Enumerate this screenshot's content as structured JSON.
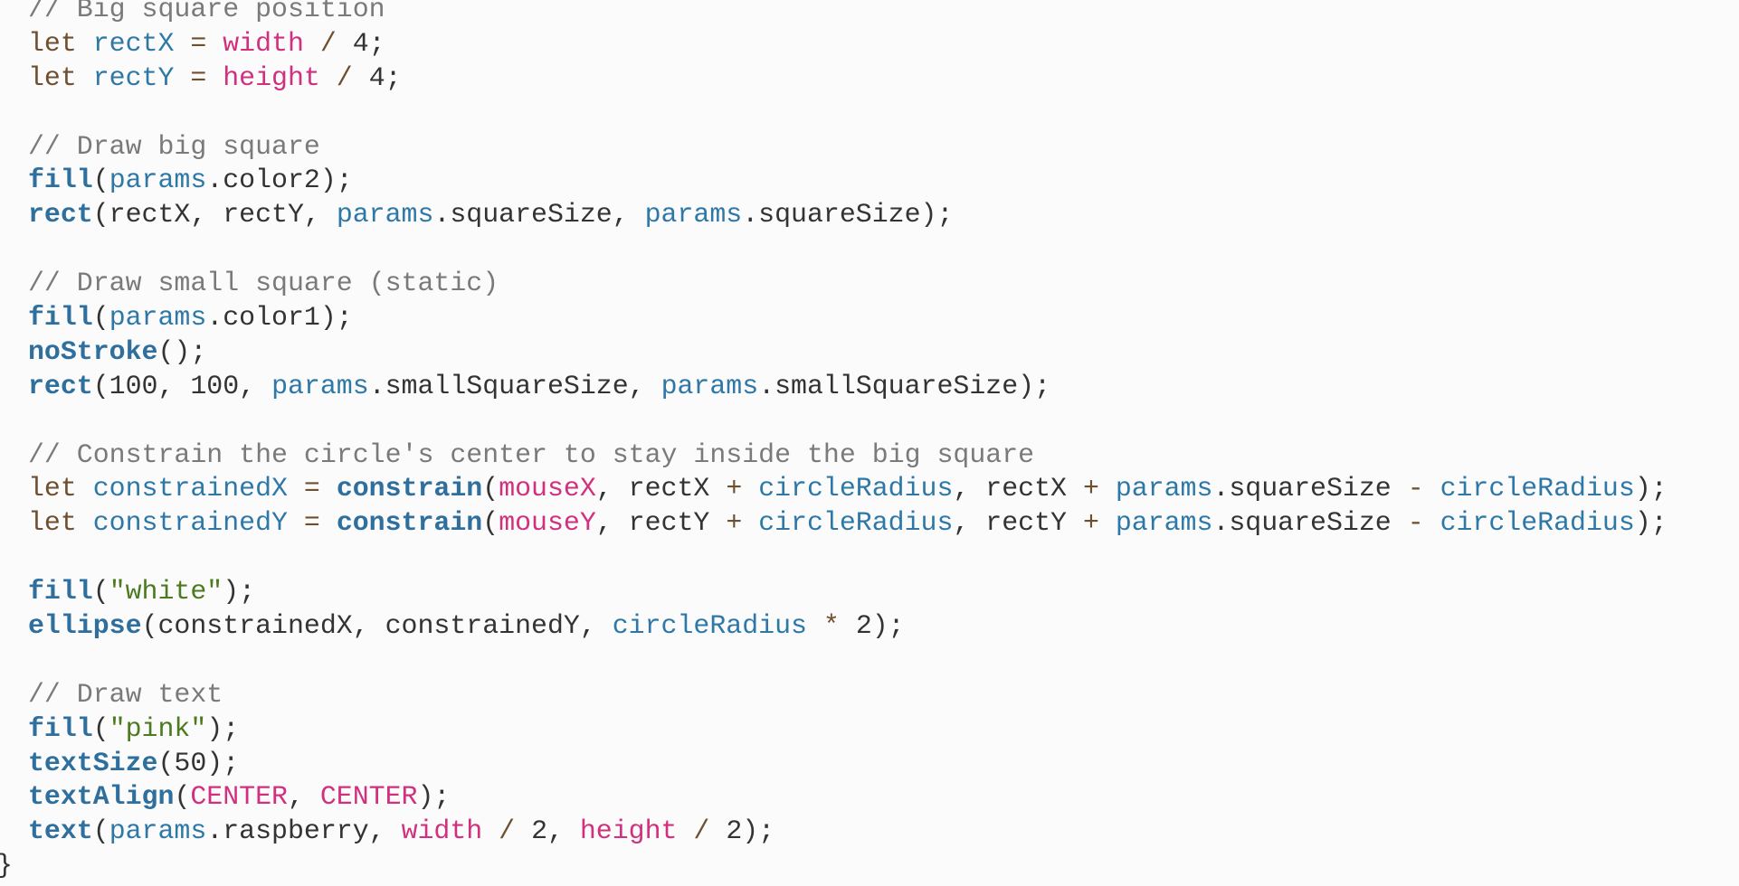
{
  "colors": {
    "background": "#fbfbfb",
    "comment": "#7a7a7a",
    "keyword": "#704f2f",
    "variable": "#2e78a8",
    "builtin": "#d1307e",
    "function": "#2e6f9e",
    "string": "#4c7a1f",
    "text": "#333333"
  },
  "code_lines": [
    [
      [
        "comment",
        "// Big square position"
      ]
    ],
    [
      [
        "keyword",
        "let "
      ],
      [
        "var",
        "rectX"
      ],
      [
        "op",
        " = "
      ],
      [
        "builtin",
        "width"
      ],
      [
        "op",
        " / "
      ],
      [
        "text",
        "4;"
      ]
    ],
    [
      [
        "keyword",
        "let "
      ],
      [
        "var",
        "rectY"
      ],
      [
        "op",
        " = "
      ],
      [
        "builtin",
        "height"
      ],
      [
        "op",
        " / "
      ],
      [
        "text",
        "4;"
      ]
    ],
    [],
    [
      [
        "comment",
        "// Draw big square"
      ]
    ],
    [
      [
        "func",
        "fill"
      ],
      [
        "text",
        "("
      ],
      [
        "var",
        "params"
      ],
      [
        "text",
        ".color2);"
      ]
    ],
    [
      [
        "func",
        "rect"
      ],
      [
        "text",
        "(rectX, rectY, "
      ],
      [
        "var",
        "params"
      ],
      [
        "text",
        ".squareSize, "
      ],
      [
        "var",
        "params"
      ],
      [
        "text",
        ".squareSize);"
      ]
    ],
    [],
    [
      [
        "comment",
        "// Draw small square (static)"
      ]
    ],
    [
      [
        "func",
        "fill"
      ],
      [
        "text",
        "("
      ],
      [
        "var",
        "params"
      ],
      [
        "text",
        ".color1);"
      ]
    ],
    [
      [
        "func",
        "noStroke"
      ],
      [
        "text",
        "();"
      ]
    ],
    [
      [
        "func",
        "rect"
      ],
      [
        "text",
        "(100, 100, "
      ],
      [
        "var",
        "params"
      ],
      [
        "text",
        ".smallSquareSize, "
      ],
      [
        "var",
        "params"
      ],
      [
        "text",
        ".smallSquareSize);"
      ]
    ],
    [],
    [
      [
        "comment",
        "// Constrain the circle's center to stay inside the big square"
      ]
    ],
    [
      [
        "keyword",
        "let "
      ],
      [
        "var",
        "constrainedX"
      ],
      [
        "op",
        " = "
      ],
      [
        "func",
        "constrain"
      ],
      [
        "text",
        "("
      ],
      [
        "builtin",
        "mouseX"
      ],
      [
        "text",
        ", rectX "
      ],
      [
        "op",
        "+ "
      ],
      [
        "var",
        "circleRadius"
      ],
      [
        "text",
        ", rectX "
      ],
      [
        "op",
        "+ "
      ],
      [
        "var",
        "params"
      ],
      [
        "text",
        ".squareSize "
      ],
      [
        "op",
        "- "
      ],
      [
        "var",
        "circleRadius"
      ],
      [
        "text",
        ");"
      ]
    ],
    [
      [
        "keyword",
        "let "
      ],
      [
        "var",
        "constrainedY"
      ],
      [
        "op",
        " = "
      ],
      [
        "func",
        "constrain"
      ],
      [
        "text",
        "("
      ],
      [
        "builtin",
        "mouseY"
      ],
      [
        "text",
        ", rectY "
      ],
      [
        "op",
        "+ "
      ],
      [
        "var",
        "circleRadius"
      ],
      [
        "text",
        ", rectY "
      ],
      [
        "op",
        "+ "
      ],
      [
        "var",
        "params"
      ],
      [
        "text",
        ".squareSize "
      ],
      [
        "op",
        "- "
      ],
      [
        "var",
        "circleRadius"
      ],
      [
        "text",
        ");"
      ]
    ],
    [],
    [
      [
        "func",
        "fill"
      ],
      [
        "text",
        "("
      ],
      [
        "string",
        "\"white\""
      ],
      [
        "text",
        ");"
      ]
    ],
    [
      [
        "func",
        "ellipse"
      ],
      [
        "text",
        "(constrainedX, constrainedY, "
      ],
      [
        "var",
        "circleRadius"
      ],
      [
        "op",
        " * "
      ],
      [
        "text",
        "2);"
      ]
    ],
    [],
    [
      [
        "comment",
        "// Draw text"
      ]
    ],
    [
      [
        "func",
        "fill"
      ],
      [
        "text",
        "("
      ],
      [
        "string",
        "\"pink\""
      ],
      [
        "text",
        ");"
      ]
    ],
    [
      [
        "func",
        "textSize"
      ],
      [
        "text",
        "(50);"
      ]
    ],
    [
      [
        "func",
        "textAlign"
      ],
      [
        "text",
        "("
      ],
      [
        "builtin",
        "CENTER"
      ],
      [
        "text",
        ", "
      ],
      [
        "builtin",
        "CENTER"
      ],
      [
        "text",
        ");"
      ]
    ],
    [
      [
        "func",
        "text"
      ],
      [
        "text",
        "("
      ],
      [
        "var",
        "params"
      ],
      [
        "text",
        ".raspberry, "
      ],
      [
        "builtin",
        "width"
      ],
      [
        "op",
        " / "
      ],
      [
        "text",
        "2, "
      ],
      [
        "builtin",
        "height"
      ],
      [
        "op",
        " / "
      ],
      [
        "text",
        "2);"
      ]
    ],
    [
      [
        "text",
        "}"
      ]
    ]
  ]
}
